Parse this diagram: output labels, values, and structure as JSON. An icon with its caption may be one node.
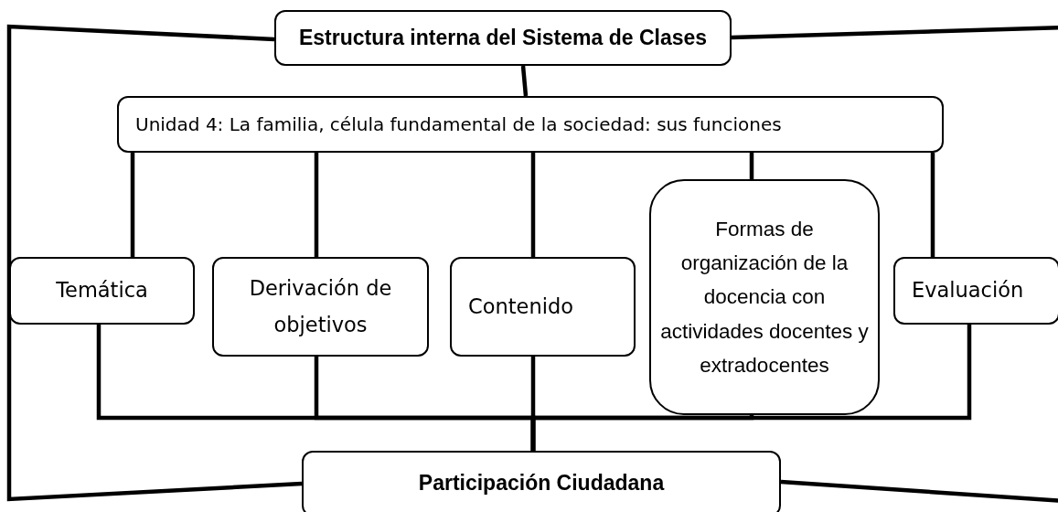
{
  "diagram": {
    "nodes": [
      {
        "text": [
          "Estructura interna del Sistema de Clases"
        ]
      },
      {
        "text": [
          "Unidad 4: La familia, célula fundamental de la sociedad: sus funciones"
        ]
      },
      {
        "text": [
          "Temática"
        ]
      },
      {
        "text": [
          "Derivación de objetivos"
        ]
      },
      {
        "text": [
          "Contenido"
        ]
      },
      {
        "text": [
          "Formas de organización de la docencia con actividades docentes y extradocentes"
        ]
      },
      {
        "text": [
          "Evaluación"
        ]
      },
      {
        "text": [
          "Participación Ciudadana"
        ]
      }
    ],
    "edges": [
      {
        "from": 0,
        "to": 1,
        "arrow": "none"
      },
      {
        "from": 1,
        "to": 2,
        "arrow": "none"
      },
      {
        "from": 1,
        "to": 3,
        "arrow": "none"
      },
      {
        "from": 1,
        "to": 4,
        "arrow": "none"
      },
      {
        "from": 1,
        "to": 5,
        "arrow": "none"
      },
      {
        "from": 1,
        "to": 6,
        "arrow": "none"
      },
      {
        "from": 2,
        "to": 7,
        "arrow": "none"
      },
      {
        "from": 3,
        "to": 7,
        "arrow": "none"
      },
      {
        "from": 4,
        "to": 7,
        "arrow": "none"
      },
      {
        "from": 5,
        "to": 7,
        "arrow": "none"
      },
      {
        "from": 6,
        "to": 7,
        "arrow": "none"
      },
      {
        "from": 0,
        "to": 7,
        "arrow": "none"
      },
      {
        "from": 0,
        "to": 7,
        "arrow": "none"
      }
    ]
  }
}
